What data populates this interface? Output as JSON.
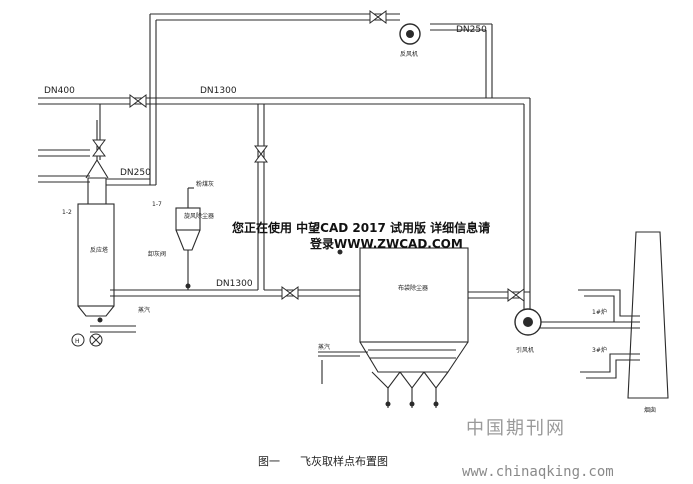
{
  "pipes": {
    "dn400": "DN400",
    "dn1300_top": "DN1300",
    "dn1300_bottom": "DN1300",
    "dn250_left": "DN250",
    "dn250_right": "DN250"
  },
  "equipment": {
    "reburn_fan": "反风机",
    "boiler_tag": "1-2",
    "boiler": "反应塔",
    "cyclone_tag": "1-7",
    "cyclone": "旋风除尘器",
    "ash_bin": "粉煤灰",
    "unloader": "卸灰阀",
    "steam": "蒸汽",
    "bag_filter": "布袋除尘器",
    "induced_fan": "引风机",
    "chimney": "烟囱",
    "inlet_steam": "蒸汽",
    "h_marker": "H",
    "port1": "1#炉",
    "port3": "3#炉"
  },
  "watermark": {
    "line1": "您正在使用 中望CAD 2017 试用版 详细信息请",
    "line2": "登录WWW.ZWCAD.COM"
  },
  "caption": {
    "figure": "图一",
    "title": "飞灰取样点布置图"
  },
  "journal": {
    "name": "中国期刊网",
    "url": "www.chinaqking.com"
  }
}
